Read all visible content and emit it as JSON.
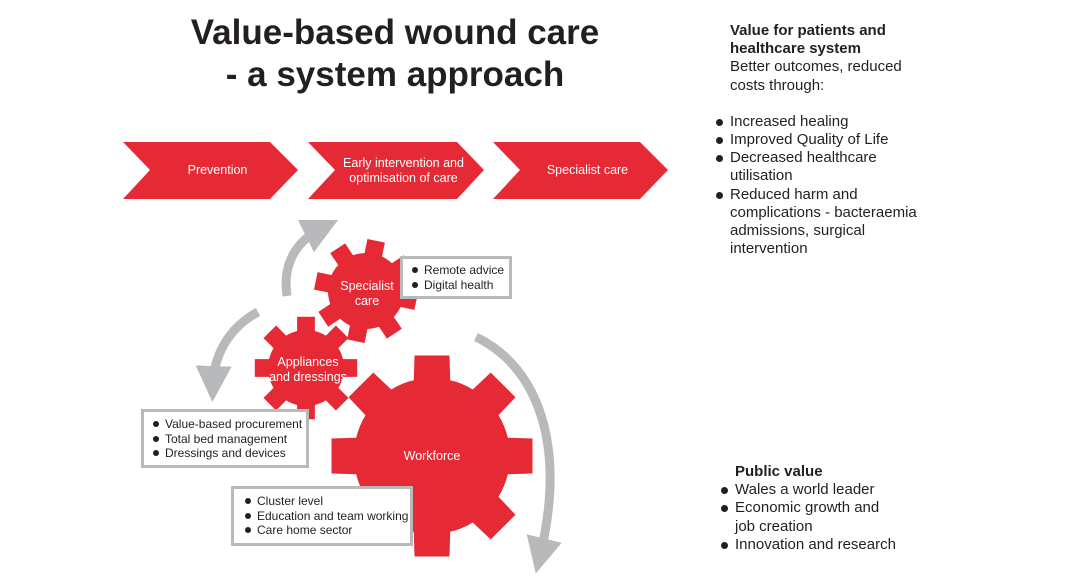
{
  "title": {
    "line1": "Value-based wound care",
    "line2": "- a system approach"
  },
  "colors": {
    "accent_red": "#e62a35",
    "arrow_gray": "#b8b9bb",
    "text": "#231f20"
  },
  "pathway": [
    {
      "label": "Prevention"
    },
    {
      "label": "Early intervention and optimisation of care"
    },
    {
      "label": "Specialist care"
    }
  ],
  "gears": {
    "specialist": {
      "label": "Specialist care",
      "bullets": [
        "Remote advice",
        "Digital health"
      ]
    },
    "appliances": {
      "label": "Appliances and dressings",
      "bullets": [
        "Value-based procurement",
        "Total bed management",
        "Dressings and devices"
      ]
    },
    "workforce": {
      "label": "Workforce",
      "bullets": [
        "Cluster level",
        "Education and team working",
        "Care home sector"
      ]
    }
  },
  "value_panel": {
    "heading_line1": "Value for patients and",
    "heading_line2": "healthcare system",
    "intro_line1": "Better outcomes, reduced",
    "intro_line2": "costs through:",
    "items": [
      [
        "Increased healing"
      ],
      [
        "Improved Quality of Life"
      ],
      [
        "Decreased healthcare",
        "utilisation"
      ],
      [
        "Reduced harm and",
        "complications - bacteraemia",
        "admissions, surgical",
        "intervention"
      ]
    ]
  },
  "public_panel": {
    "heading": "Public value",
    "items": [
      [
        "Wales a world leader"
      ],
      [
        "Economic growth and",
        "job creation"
      ],
      [
        "Innovation and research"
      ]
    ]
  }
}
